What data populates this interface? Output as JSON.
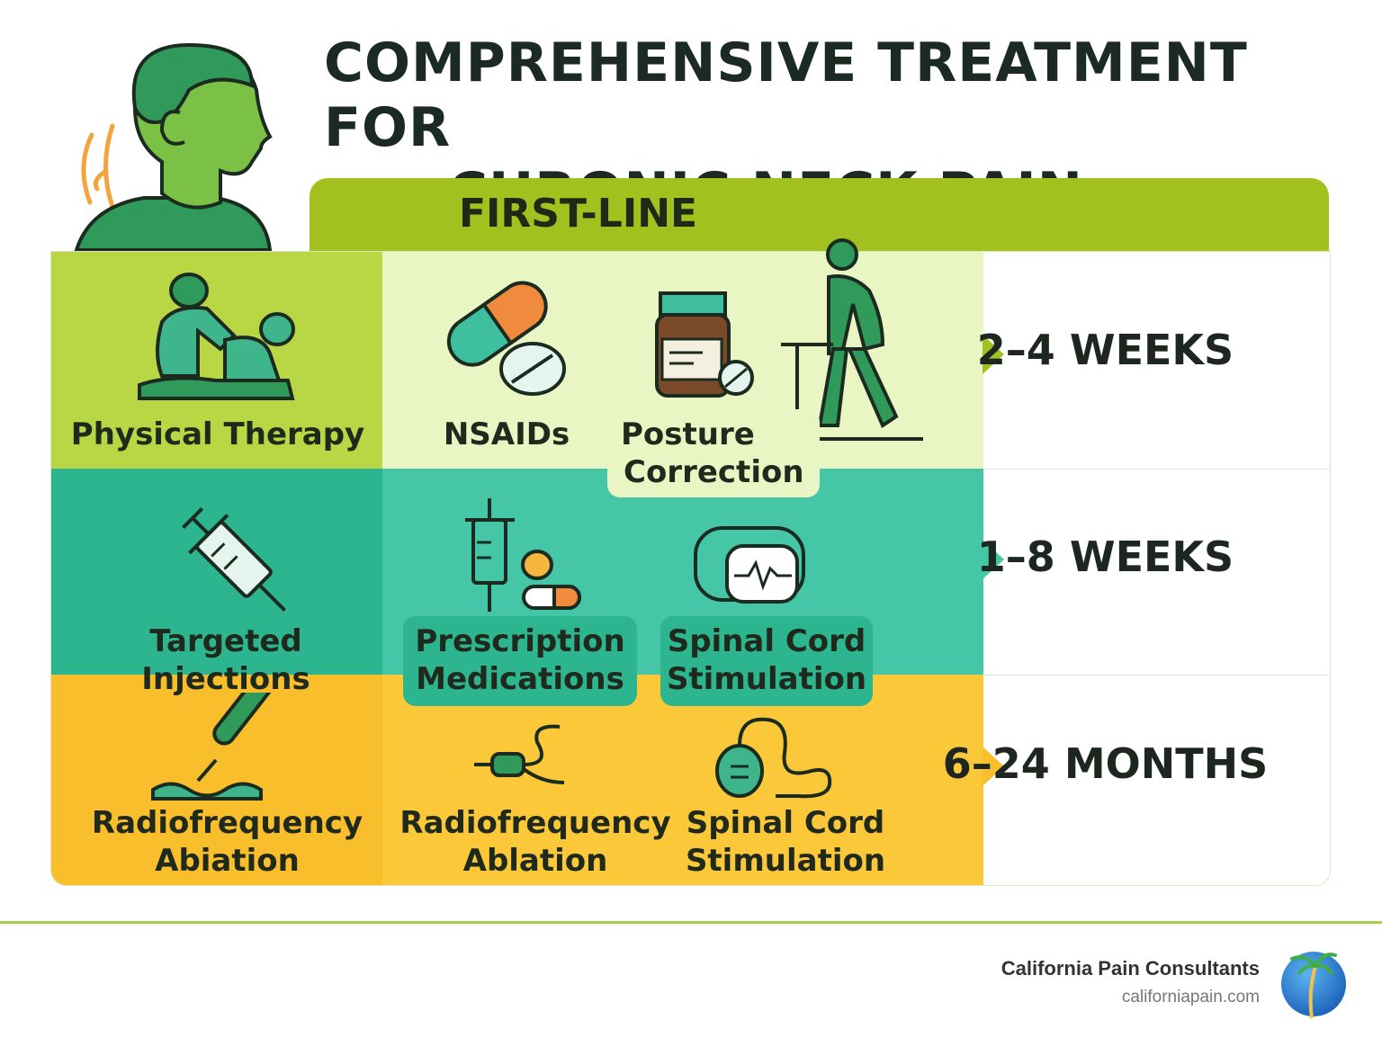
{
  "title": {
    "line1": "COMPREHENSIVE TREATMENT FOR",
    "line2": "CHRONIC NECK PAIN"
  },
  "header": {
    "label": "FIRST-LINE"
  },
  "rows": [
    {
      "items": [
        "Physical Therapy",
        "NSAIDs",
        "Posture",
        "Correction"
      ],
      "duration": "2–4 WEEKS",
      "color": "#b9d745"
    },
    {
      "items": [
        "Targeted Injections",
        "Prescription",
        "Medications",
        "Spinal Cord",
        "Stimulation"
      ],
      "duration": "1–8 WEEKS",
      "color": "#2db58f"
    },
    {
      "items": [
        "Radiofrequency",
        "Abiation",
        "Radiofrequency",
        "Ablation",
        "Spinal Cord",
        "Stimulation"
      ],
      "duration": "6–24 MONTHS",
      "color": "#f8be2c"
    }
  ],
  "footer": {
    "brand": "California Pain Consultants",
    "url": "californiapain.com"
  },
  "icons": [
    "person-head-icon",
    "physical-therapy-icon",
    "pill-capsule-icon",
    "medicine-bottle-icon",
    "walking-person-icon",
    "syringe-icon",
    "syringe-pills-icon",
    "heart-monitor-icon",
    "rf-probe-icon",
    "electrode-icon",
    "stimulator-device-icon",
    "palm-tree-logo-icon"
  ]
}
